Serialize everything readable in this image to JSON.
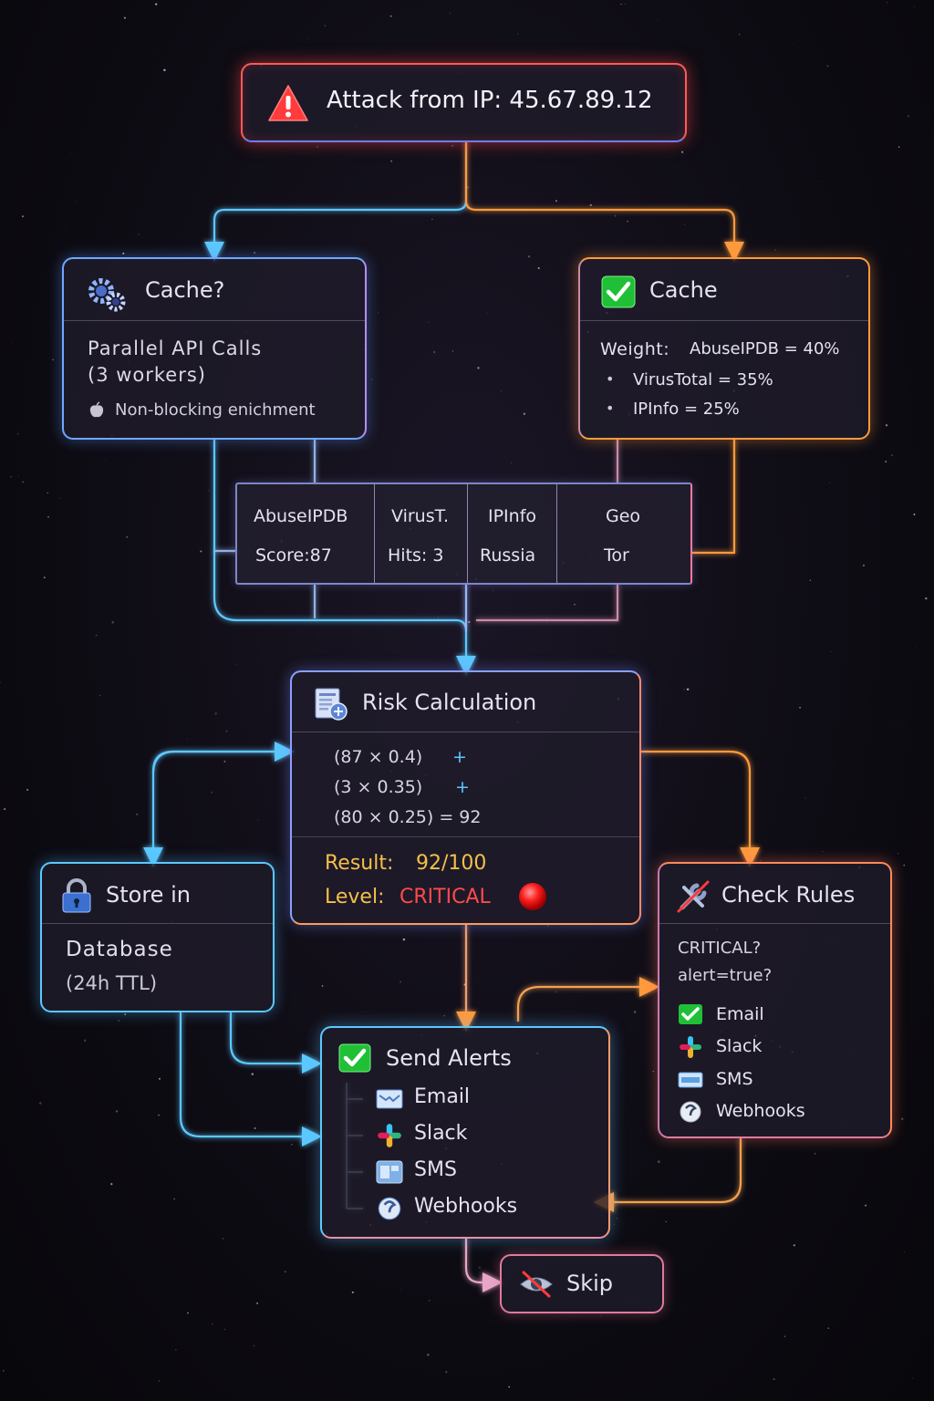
{
  "title": {
    "label": "Attack from IP: 45.67.89.12"
  },
  "cache_miss": {
    "title": "Cache?",
    "line1": "Parallel API Calls",
    "line2": "(3  workers)",
    "note": "Non-blocking enichment"
  },
  "cache_hit": {
    "title": "Cache",
    "weight_label": "Weight:",
    "weight_value": "AbuseIPDB = 40%",
    "bullet1": "VirusTotal  = 35%",
    "bullet2": "IPInfo = 25%"
  },
  "sources": [
    {
      "name": "AbuseIPDB",
      "value": "Score:87"
    },
    {
      "name": "VirusT.",
      "value": "Hits: 3"
    },
    {
      "name": "IPInfo",
      "value": "Russia"
    },
    {
      "name": "Geo",
      "value": "Tor"
    }
  ],
  "risk": {
    "title": "Risk Calculation",
    "line1": "(87 × 0.4)",
    "line2": "(3  × 0.35)",
    "line3": "(80 × 0.25) = 92",
    "plus": "+",
    "result_label": "Result:",
    "result_value": "92/100",
    "level_label": "Level:",
    "level_value": "CRITICAL"
  },
  "store": {
    "title": "Store in",
    "line1": "Database",
    "line2": "(24h TTL)"
  },
  "rules": {
    "title": "Check Rules",
    "line1": "CRITICAL?",
    "line2": "alert=true?",
    "items": [
      "Email",
      "Slack",
      "SMS",
      "Webhooks"
    ]
  },
  "alerts": {
    "title": "Send Alerts",
    "items": [
      "Email",
      "Slack",
      "SMS",
      "Webhooks"
    ]
  },
  "skip": {
    "label": "Skip"
  },
  "colors": {
    "red": "#ff4a4a",
    "blue": "#5cc8ff",
    "orange": "#ff9a3c",
    "pink": "#e07aa0",
    "purple": "#9b8cff",
    "gold": "#f5c04a",
    "green": "#22c53a"
  },
  "icons": [
    "warning-icon",
    "gears-icon",
    "check-icon",
    "calculator-icon",
    "lock-icon",
    "wrench-cross-icon",
    "email-icon",
    "slack-icon",
    "sms-icon",
    "webhook-icon",
    "eye-cross-icon",
    "red-dot-icon"
  ]
}
